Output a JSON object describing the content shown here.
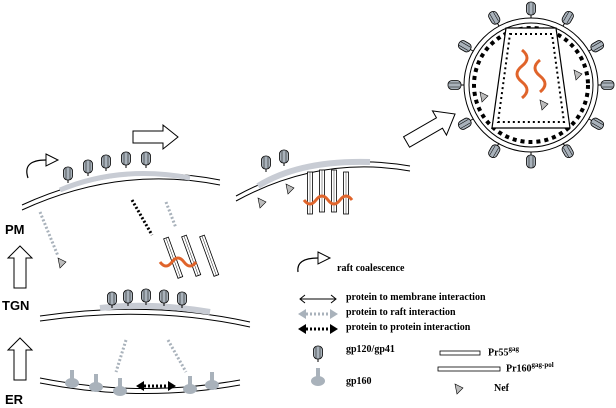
{
  "compartments": {
    "pm": "PM",
    "tgn": "TGN",
    "er": "ER"
  },
  "legend": {
    "raft_coalescence": "raft coalescence",
    "protein_membrane": "protein to membrane interaction",
    "protein_raft": "protein to raft interaction",
    "protein_protein": "protein to protein interaction",
    "gp120_gp41": "gp120/gp41",
    "gp160": "gp160",
    "pr55_base": "Pr55",
    "pr55_sup": "gag",
    "pr160_base": "Pr160",
    "pr160_sup": "gag-pol",
    "nef": "Nef"
  },
  "colors": {
    "membrane": "#000000",
    "raft": "#c8ccd4",
    "envelope": "#a9b2bb",
    "rna": "#e0642b",
    "nef_fill": "#bcbcbc"
  }
}
